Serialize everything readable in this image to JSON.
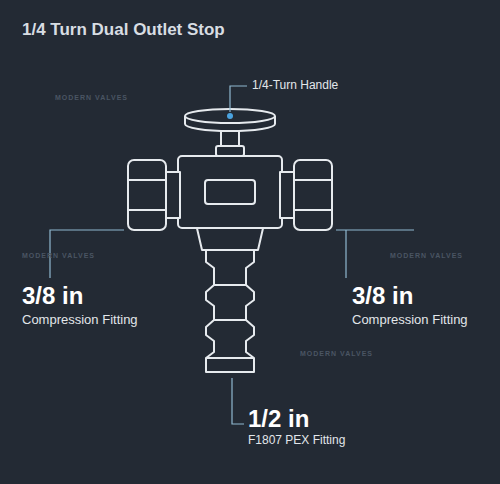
{
  "diagram": {
    "title": "1/4 Turn Dual Outlet Stop",
    "labels": [
      "1/4-Turn Handle",
      "3/8 in",
      "Compression Fitting",
      "3/8 in",
      "Compression Fitting",
      "1/2 in",
      "F1807 PEX Fitting",
      "MODERN VALVES",
      "MODERN VALVES",
      "MODERN VALVES",
      "MODERN VALVES"
    ]
  }
}
